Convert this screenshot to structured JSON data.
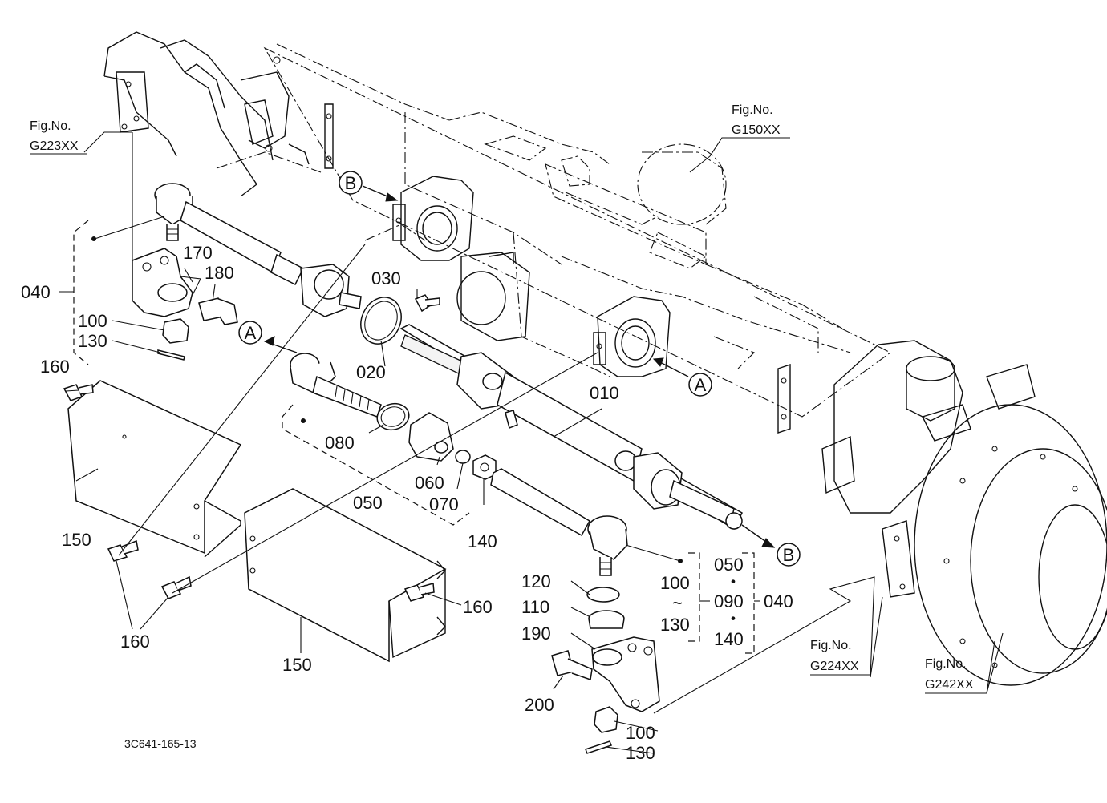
{
  "diagram": {
    "drawing_number": "3C641-165-13",
    "figure_references": [
      {
        "id": "fig-g223",
        "caption": "Fig.No.",
        "code": "G223XX"
      },
      {
        "id": "fig-g150",
        "caption": "Fig.No.",
        "code": "G150XX"
      },
      {
        "id": "fig-g224",
        "caption": "Fig.No.",
        "code": "G224XX"
      },
      {
        "id": "fig-g242",
        "caption": "Fig.No.",
        "code": "G242XX"
      }
    ],
    "callouts": {
      "A": "A",
      "B": "B"
    },
    "part_labels": {
      "p010": "010",
      "p020": "020",
      "p030": "030",
      "p040": "040",
      "p050": "050",
      "p060": "060",
      "p070": "070",
      "p080": "080",
      "p090": "090",
      "p100": "100",
      "p110": "110",
      "p120": "120",
      "p130": "130",
      "p140": "140",
      "p150": "150",
      "p160": "160",
      "p170": "170",
      "p180": "180",
      "p190": "190",
      "p200": "200"
    },
    "range_marks": {
      "dot": "・",
      "tilde": "~"
    }
  }
}
